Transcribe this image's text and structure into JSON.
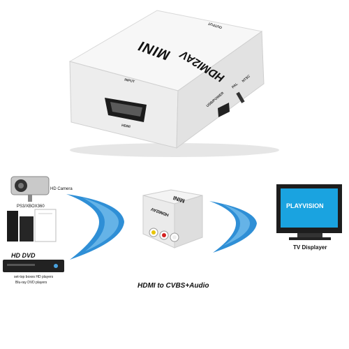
{
  "box": {
    "mini_text": "MINI",
    "model_text": "HDMI2AV",
    "input_label": "INPUT",
    "output_label": "OUTPUT",
    "hdmi_label": "HDMI",
    "usb_label": "USB/POWER",
    "pal_label": "PAL",
    "ntsc_label": "NTSC"
  },
  "sources": {
    "camera": "HD Camera",
    "console": "PS3/XBOX360",
    "dvd_logo": "HD DVD",
    "players_line1": "set-top boxes  HD players",
    "players_line2": "Blu-ray DVD players"
  },
  "small_box": {
    "mini_text": "MINI",
    "model_text": "HDMI2AV"
  },
  "tv": {
    "brand": "PLAYVISION",
    "caption": "TV Displayer"
  },
  "footer": {
    "caption": "HDMI to CVBS+Audio"
  },
  "colors": {
    "arrow_blue": "#2f8fd6",
    "tv_screen": "#1aa3e0",
    "box_white": "#f4f4f4"
  }
}
